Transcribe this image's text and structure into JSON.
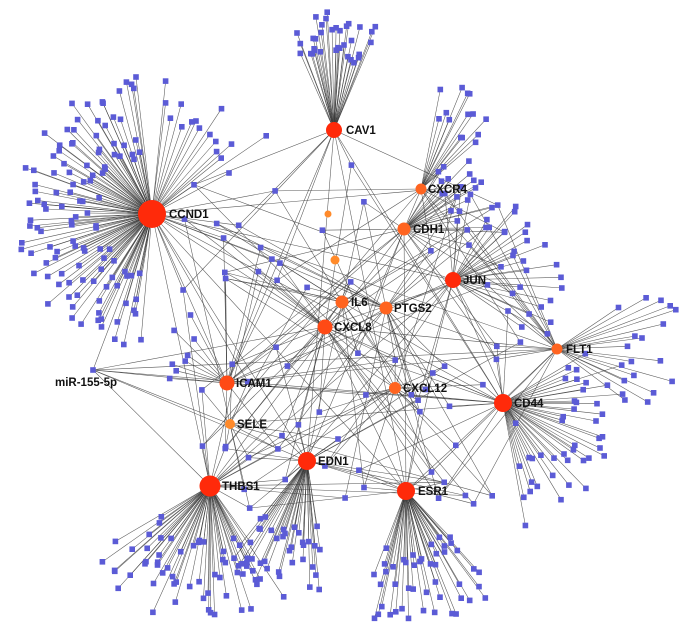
{
  "colors": {
    "background": "#ffffff",
    "edge": "#3a3a3a",
    "leaf_node": "#5b5bd6",
    "hub_red": "#ff2a0a",
    "hub_orange": "#ff6420",
    "hub_light": "#ff8a2a"
  },
  "hubs": [
    {
      "key": "CCND1",
      "label": "CCND1",
      "color": "#ff2a0a"
    },
    {
      "key": "CAV1",
      "label": "CAV1",
      "color": "#ff2a0a"
    },
    {
      "key": "CXCR4",
      "label": "CXCR4",
      "color": "#ff6420"
    },
    {
      "key": "CDH1",
      "label": "CDH1",
      "color": "#ff6420"
    },
    {
      "key": "JUN",
      "label": "JUN",
      "color": "#ff2a0a"
    },
    {
      "key": "IL6",
      "label": "IL6",
      "color": "#ff6420"
    },
    {
      "key": "PTGS2",
      "label": "PTGS2",
      "color": "#ff6420"
    },
    {
      "key": "CXCL8",
      "label": "CXCL8",
      "color": "#ff4a15"
    },
    {
      "key": "FLT1",
      "label": "FLT1",
      "color": "#ff6420"
    },
    {
      "key": "ICAM1",
      "label": "ICAM1",
      "color": "#ff4a15"
    },
    {
      "key": "CXCL12",
      "label": "CXCL12",
      "color": "#ff6420"
    },
    {
      "key": "CD44",
      "label": "CD44",
      "color": "#ff2a0a"
    },
    {
      "key": "SELE",
      "label": "SELE",
      "color": "#ff8a2a"
    },
    {
      "key": "EDN1",
      "label": "EDN1",
      "color": "#ff2a0a"
    },
    {
      "key": "THBS1",
      "label": "THBS1",
      "color": "#ff2a0a"
    },
    {
      "key": "ESR1",
      "label": "ESR1",
      "color": "#ff2a0a"
    },
    {
      "key": "U1",
      "label": "",
      "color": "#ff8a2a"
    },
    {
      "key": "U2",
      "label": "",
      "color": "#ff8a2a"
    }
  ],
  "mirna_labels": [
    {
      "key": "miR155",
      "label": "miR-155-5p"
    }
  ]
}
